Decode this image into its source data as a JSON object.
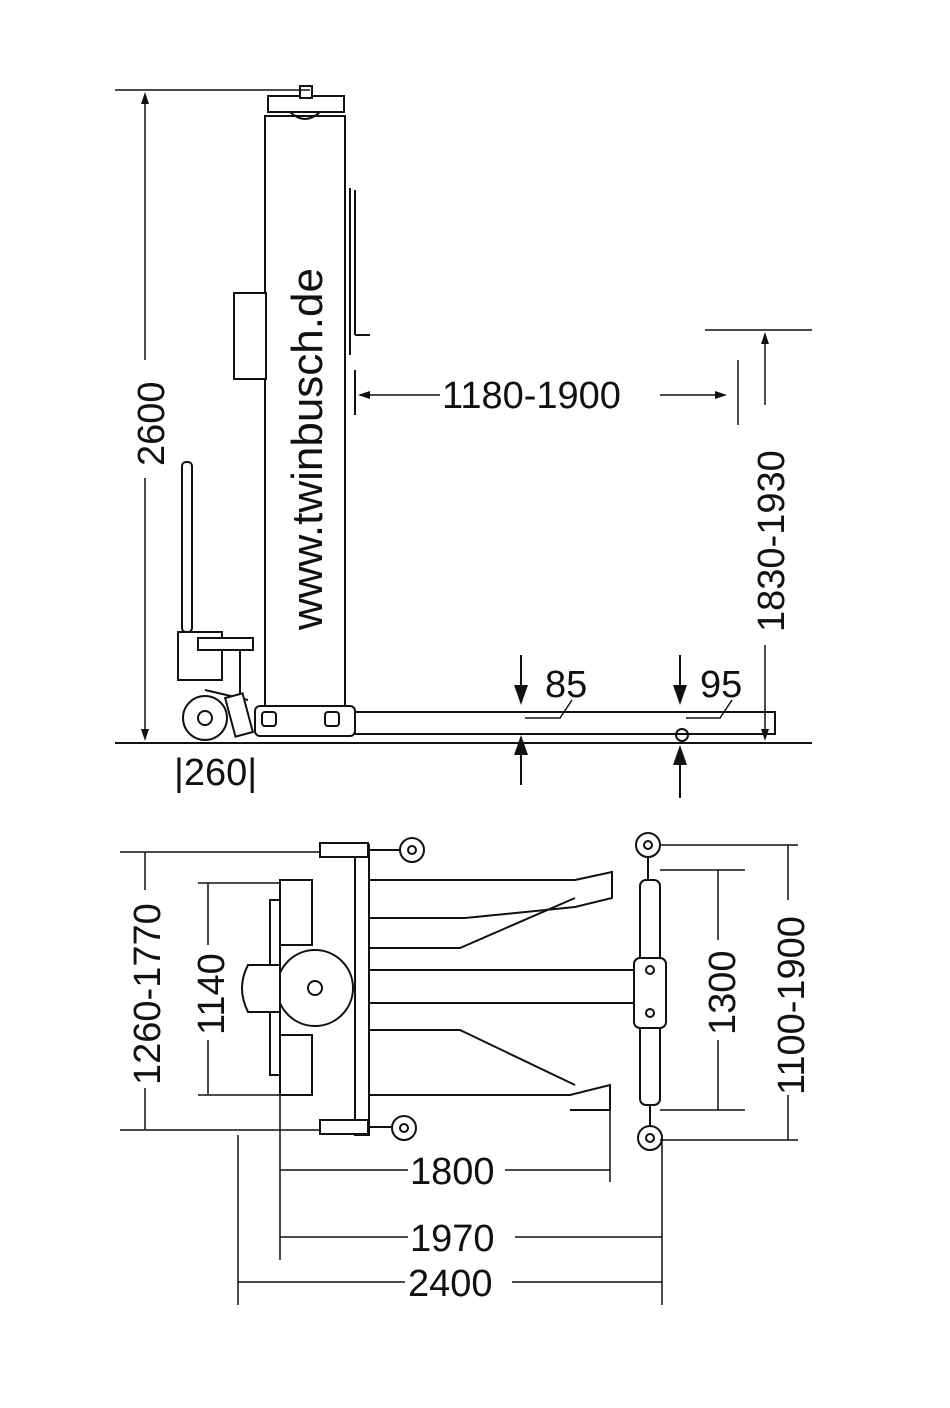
{
  "watermark": "www.twinbusch.de",
  "side_view": {
    "total_height": "2600",
    "lift_height_range": "1830-1930",
    "arm_reach": "1180-1900",
    "arm_low_height": "85",
    "pad_height": "95",
    "wheel_offset": "|260|"
  },
  "top_view": {
    "width_range_outer": "1260-1770",
    "width_inner": "1140",
    "arm_spacing": "1300",
    "arm_span_range": "1100-1900",
    "length_1800": "1800",
    "length_1970": "1970",
    "length_2400": "2400"
  }
}
